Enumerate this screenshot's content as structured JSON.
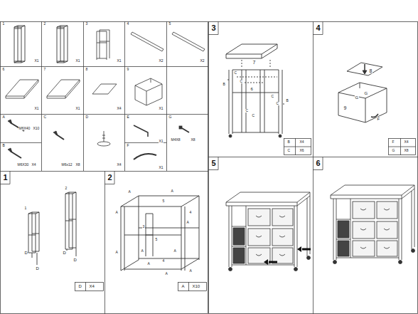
{
  "diagram": {
    "labels": [
      "1",
      "X1",
      "2",
      "X1",
      "3",
      "X1",
      "4",
      "X2",
      "5",
      "X2",
      "6",
      "X1",
      "7",
      "X1",
      "8",
      "X4",
      "9",
      "X1",
      "A",
      "M6X40",
      "X10",
      "B",
      "M6X30",
      "X4",
      "C",
      "M6x12",
      "X8",
      "D",
      "X4",
      "E",
      "X1",
      "F",
      "X1",
      "G",
      "M4X8",
      "X8",
      "1",
      "1",
      "2",
      "D",
      "D",
      "D",
      "D",
      "D",
      "X4",
      "2",
      "A",
      "A",
      "A",
      "A",
      "A",
      "A",
      "A",
      "A",
      "A",
      "A",
      "5",
      "4",
      "5",
      "4",
      "3",
      "A",
      "X10",
      "3",
      "7",
      "6",
      "C",
      "C",
      "C",
      "C",
      "C",
      "C",
      "B",
      "B",
      "B",
      "X4",
      "C",
      "X6",
      "4",
      "8",
      "9",
      "G",
      "G",
      "F",
      "F",
      "X4",
      "G",
      "X8",
      "5",
      "6"
    ]
  }
}
